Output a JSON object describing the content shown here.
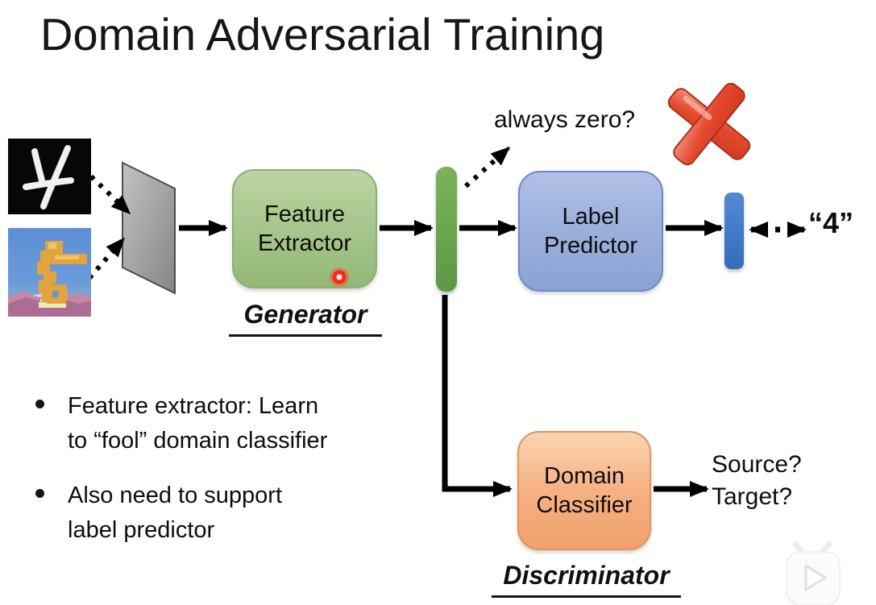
{
  "title": "Domain Adversarial Training",
  "nodes": {
    "feature_extractor": "Feature Extractor",
    "generator": "Generator",
    "label_predictor": "Label Predictor",
    "domain_classifier": "Domain Classifier",
    "discriminator": "Discriminator"
  },
  "annotations": {
    "always_zero": "always zero?",
    "prediction": "“4”",
    "domain_question": "Source?\nTarget?"
  },
  "bullets": [
    "Feature extractor: Learn\nto “fool” domain classifier",
    "Also need to support\nlabel predictor"
  ],
  "icons": {
    "source_input": "handwritten-digit-4-image",
    "target_input": "colored-digit-image",
    "rejected": "red-cross-icon",
    "watermark": "video-play-icon"
  },
  "colors": {
    "generator_green": "#a8c78d",
    "feature_bar_green": "#69a84f",
    "predictor_blue": "#9db1dc",
    "output_bar_blue": "#3e79c9",
    "classifier_orange": "#f6b183",
    "cross_red": "#e04a2e"
  }
}
